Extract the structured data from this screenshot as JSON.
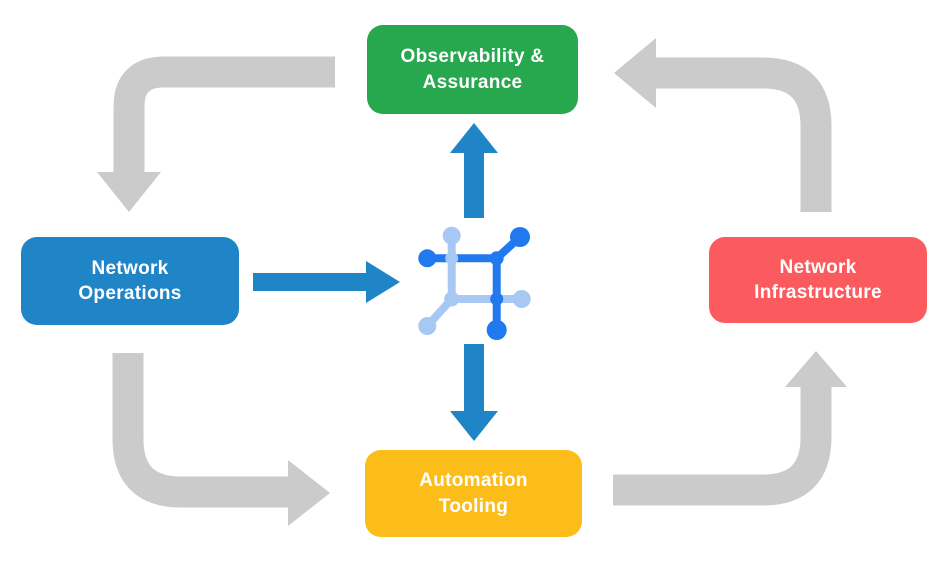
{
  "colors": {
    "background": "#ffffff",
    "arrow_gray": "#cbcbcb",
    "arrow_blue": "#1f85c7",
    "box_green": "#27a74e",
    "box_blue": "#1f85c7",
    "box_red": "#fb5b5e",
    "box_yellow": "#fcbd1b",
    "box_text": "#ffffff",
    "icon_dark_blue": "#2079ee",
    "icon_light_blue": "#a7c8f3"
  },
  "nodes": {
    "observability_assurance": {
      "line1": "Observability &",
      "line2": "Assurance"
    },
    "network_operations": {
      "line1": "Network",
      "line2": "Operations"
    },
    "network_infrastructure": {
      "line1": "Network",
      "line2": "Infrastructure"
    },
    "automation_tooling": {
      "line1": "Automation",
      "line2": "Tooling"
    }
  },
  "icons": {
    "center": "network-platform-icon"
  }
}
